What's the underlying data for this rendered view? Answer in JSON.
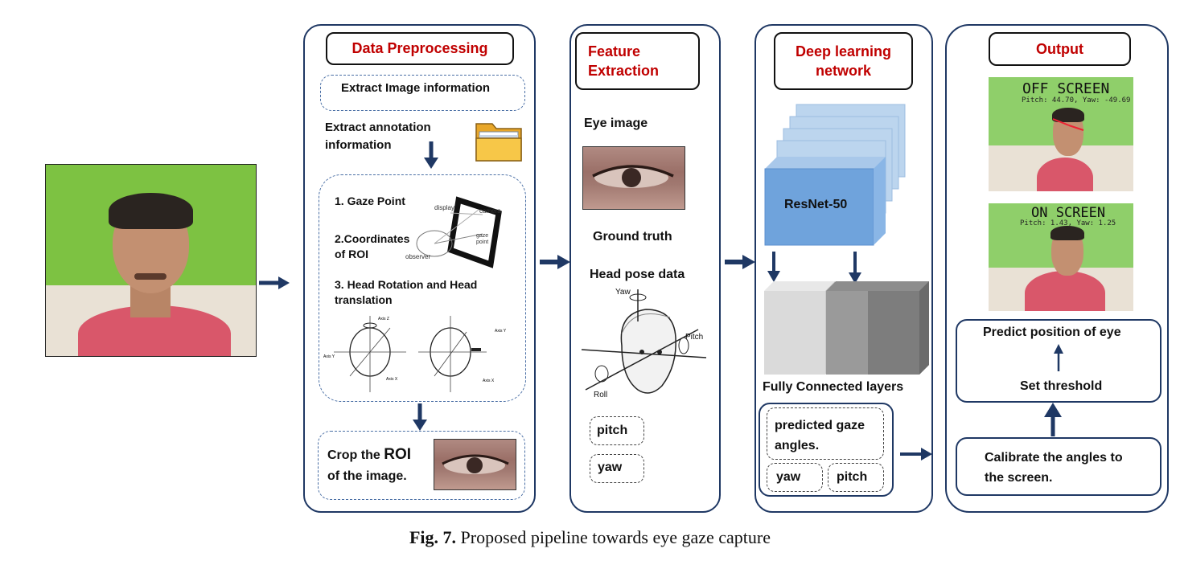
{
  "panels": {
    "preprocessing": {
      "title": "Data Preprocessing",
      "extract_image": "Extract Image information",
      "extract_annotation": "Extract annotation information",
      "item1": "1. Gaze Point",
      "item2": "2.Coordinates of ROI",
      "item3": "3. Head Rotation and Head translation",
      "diagram_labels": {
        "display": "display",
        "camera": "camera",
        "gaze_point": "gaze point",
        "observer": "observer"
      },
      "crop_prefix": "Crop the",
      "crop_roi": "ROI",
      "crop_suffix": "of the image."
    },
    "feature": {
      "title": "Feature Extraction",
      "eye_image": "Eye image",
      "ground_truth": "Ground truth",
      "head_pose": "Head pose data",
      "pose_labels": {
        "yaw": "Yaw",
        "pitch": "Pitch",
        "roll": "Roll"
      },
      "pitch": "pitch",
      "yaw": "yaw"
    },
    "network": {
      "title": "Deep learning network",
      "resnet": "ResNet-50",
      "fc": "Fully Connected layers",
      "predicted": "predicted gaze angles.",
      "yaw": "yaw",
      "pitch": "pitch"
    },
    "output": {
      "title": "Output",
      "off_screen": "OFF SCREEN",
      "off_values": "Pitch: 44.70, Yaw: -49.69",
      "on_screen": "ON SCREEN",
      "on_values": "Pitch: 1.43, Yaw: 1.25",
      "predict": "Predict position of eye",
      "threshold": "Set threshold",
      "calibrate": "Calibrate the angles to the screen."
    }
  },
  "caption": {
    "label": "Fig. 7.",
    "text": "Proposed pipeline towards eye gaze capture"
  },
  "colors": {
    "accent_title": "#c00000",
    "panel_border": "#1f3864",
    "arrow": "#1f3864",
    "resnet_blue": "#5b9bd5",
    "green_backdrop": "#7dc242"
  }
}
